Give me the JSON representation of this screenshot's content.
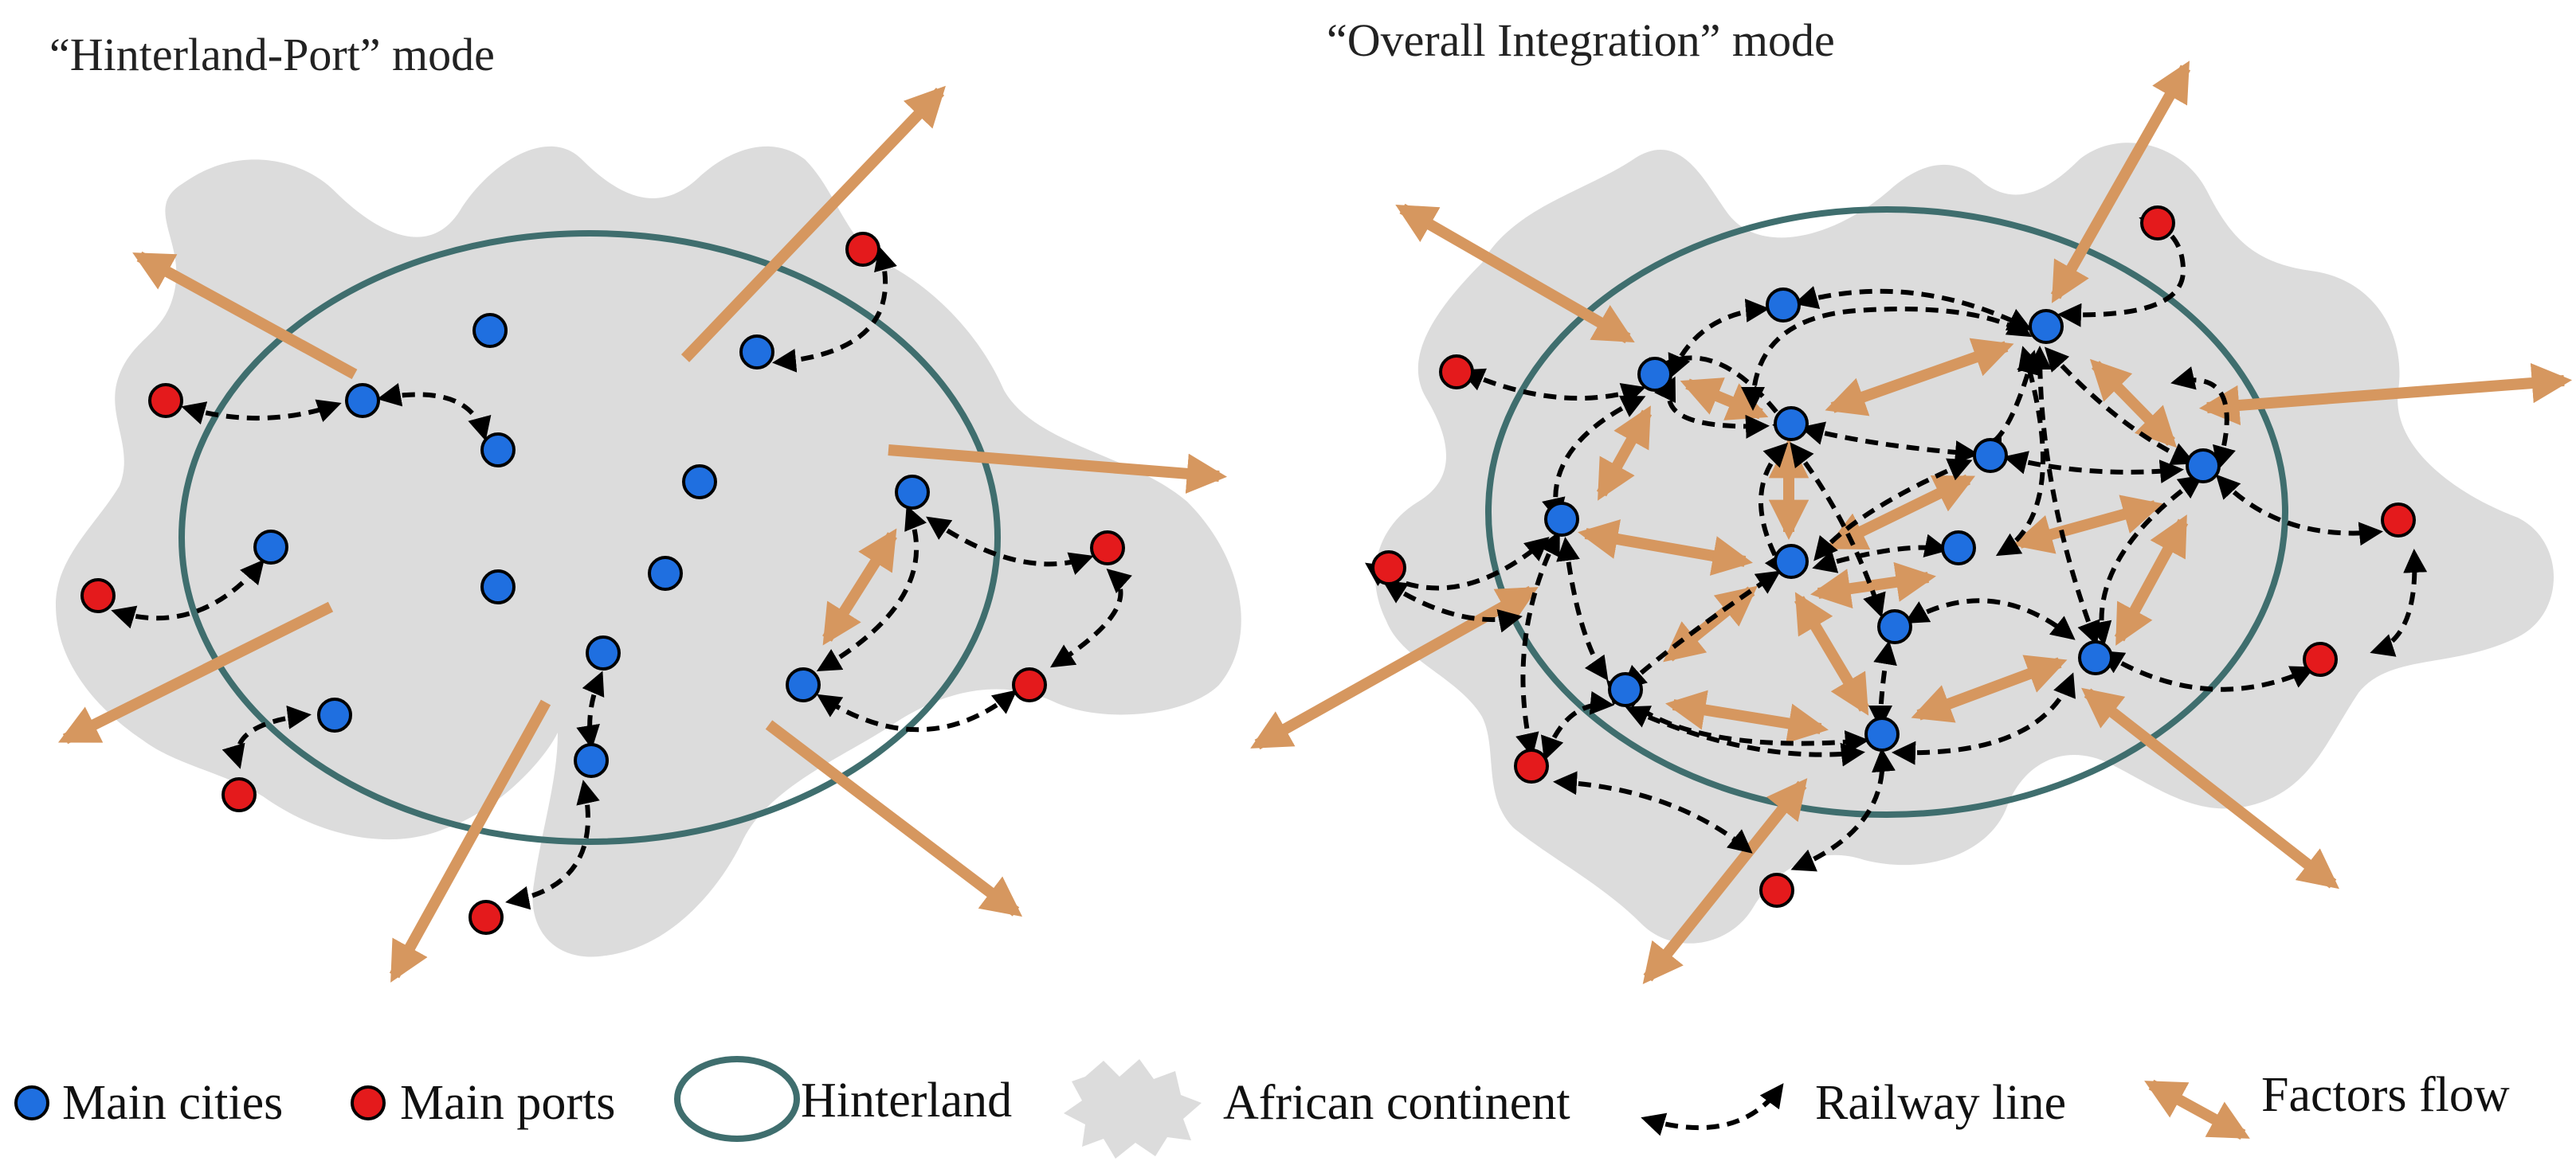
{
  "panels": {
    "left": {
      "title": "“Hinterland-Port” mode"
    },
    "right": {
      "title": "“Overall Integration” mode"
    }
  },
  "legend": {
    "main_cities": "Main cities",
    "main_ports": "Main ports",
    "hinterland": "Hinterland",
    "african_continent": "African continent",
    "railway_line": "Railway line",
    "factors_flow": "Factors flow"
  },
  "colors": {
    "city": "#1f6fe0",
    "port": "#e41a1c",
    "continent": "#dcdcdc",
    "hinterland": "#3f6e6e",
    "railway": "#000000",
    "factors_flow": "#d6975f"
  }
}
